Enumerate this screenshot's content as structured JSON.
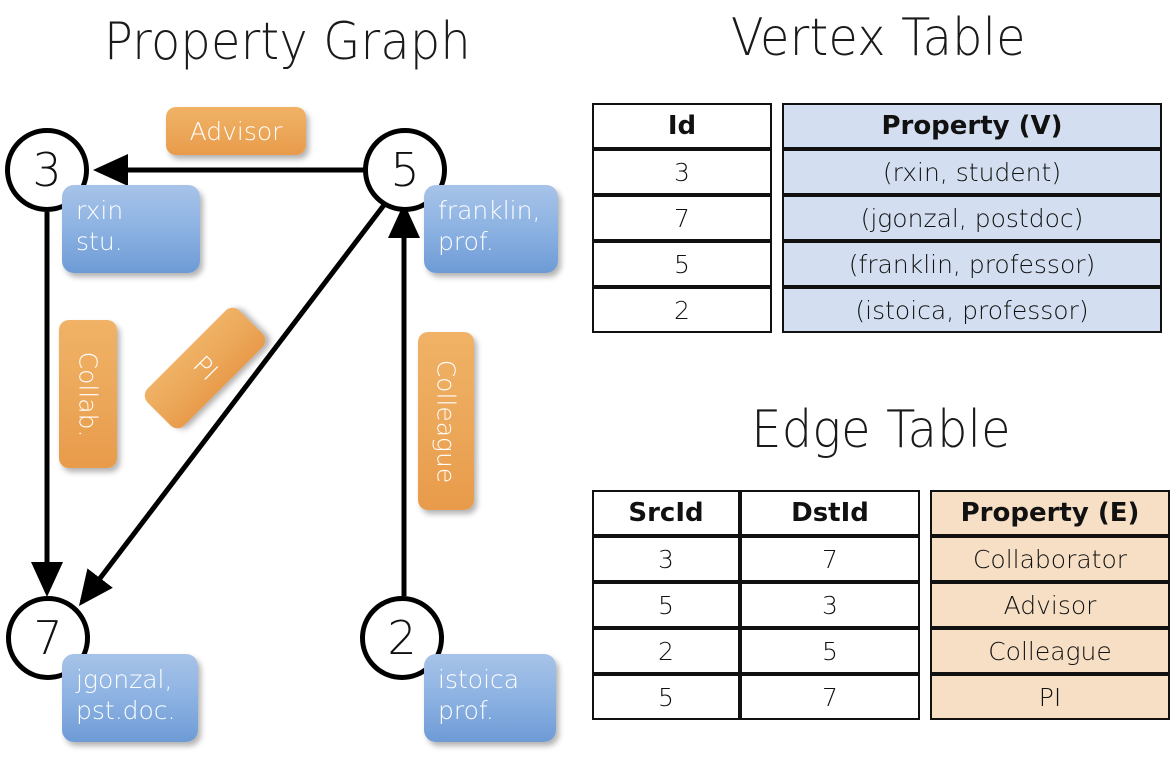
{
  "titles": {
    "property_graph": "Property Graph",
    "vertex_table": "Vertex Table",
    "edge_table": "Edge Table"
  },
  "colors": {
    "node_stroke": "#000000",
    "vertex_property_fill": "#d3dff0",
    "edge_property_fill": "#f7dfc5",
    "blue_box": "#8fb4e3",
    "orange_box": "#eca85a",
    "background": "#ffffff"
  },
  "graph": {
    "nodes": [
      {
        "id": "3",
        "label": "3",
        "property_lines": [
          "rxin",
          "stu."
        ]
      },
      {
        "id": "5",
        "label": "5",
        "property_lines": [
          "franklin,",
          "prof."
        ]
      },
      {
        "id": "7",
        "label": "7",
        "property_lines": [
          "jgonzal,",
          "pst.doc."
        ]
      },
      {
        "id": "2",
        "label": "2",
        "property_lines": [
          "istoica",
          "prof."
        ]
      }
    ],
    "edge_labels": [
      {
        "name": "advisor",
        "text": "Advisor",
        "orientation": "horizontal"
      },
      {
        "name": "collab",
        "text": "Collab.",
        "orientation": "vertical"
      },
      {
        "name": "pi",
        "text": "PI",
        "orientation": "diagonal"
      },
      {
        "name": "colleague",
        "text": "Colleague",
        "orientation": "vertical"
      }
    ],
    "edges": [
      {
        "src": "5",
        "dst": "3",
        "label": "Advisor"
      },
      {
        "src": "3",
        "dst": "7",
        "label": "Collab."
      },
      {
        "src": "5",
        "dst": "7",
        "label": "PI"
      },
      {
        "src": "2",
        "dst": "5",
        "label": "Colleague"
      }
    ]
  },
  "vertex_table": {
    "headers": [
      "Id",
      "Property (V)"
    ],
    "rows": [
      {
        "id": "3",
        "property": "(rxin, student)"
      },
      {
        "id": "7",
        "property": "(jgonzal, postdoc)"
      },
      {
        "id": "5",
        "property": "(franklin, professor)"
      },
      {
        "id": "2",
        "property": "(istoica, professor)"
      }
    ]
  },
  "edge_table": {
    "headers": [
      "SrcId",
      "DstId",
      "Property (E)"
    ],
    "rows": [
      {
        "src": "3",
        "dst": "7",
        "property": "Collaborator"
      },
      {
        "src": "5",
        "dst": "3",
        "property": "Advisor"
      },
      {
        "src": "2",
        "dst": "5",
        "property": "Colleague"
      },
      {
        "src": "5",
        "dst": "7",
        "property": "PI"
      }
    ]
  }
}
